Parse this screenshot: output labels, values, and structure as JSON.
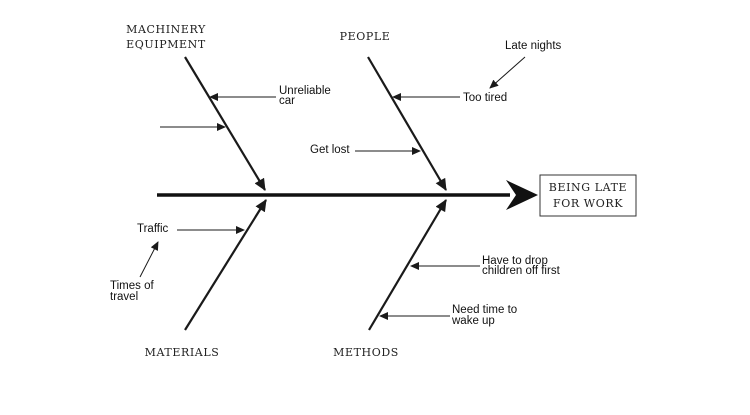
{
  "categories": {
    "machinery": [
      "MACHINERY",
      "EQUIPMENT"
    ],
    "people": "PEOPLE",
    "materials": "MATERIALS",
    "methods": "METHODS"
  },
  "effect": [
    "BEING LATE",
    "FOR WORK"
  ],
  "causes": {
    "unreliable_car": [
      "Unreliable",
      "car"
    ],
    "get_lost": "Get lost",
    "too_tired": "Too tired",
    "late_nights": "Late nights",
    "traffic": "Traffic",
    "times_of_travel": [
      "Times of",
      "travel"
    ],
    "drop_children": [
      "Have to drop",
      "children off first"
    ],
    "need_time": [
      "Need time to",
      "wake up"
    ]
  },
  "colors": {
    "line": "#1a1a1a",
    "text": "#111111",
    "background": "#ffffff"
  }
}
